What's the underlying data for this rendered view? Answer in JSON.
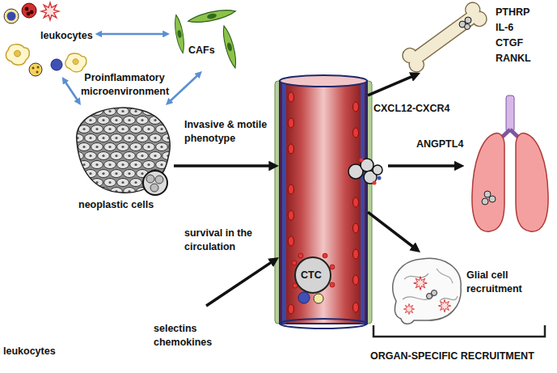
{
  "diagram": {
    "nodes": [
      {
        "text": [
          "leukocytes"
        ]
      },
      {
        "text": [
          "CAFs"
        ]
      },
      {
        "text": [
          "neoplastic cells"
        ]
      },
      {
        "text": [
          "CTC"
        ]
      },
      {
        "text": [
          "leukocytes",
          "selectins chemokines"
        ]
      },
      {
        "text": [
          "PTHRP IL-6 CTGF RANKL"
        ]
      },
      {
        "text": [
          "Glial cell recruitment"
        ]
      }
    ],
    "edges": [
      {
        "from": 0,
        "to": 1,
        "arrow": "both"
      },
      {
        "from": 0,
        "to": 2,
        "arrow": "both"
      },
      {
        "from": 1,
        "to": 2,
        "arrow": "both"
      },
      {
        "from": 2,
        "to": 3,
        "label": "Invasive & motile phenotype",
        "arrow": "to"
      },
      {
        "from": 4,
        "to": 3,
        "label": "survival in the circulation",
        "arrow": "to"
      },
      {
        "from": 3,
        "to": 5,
        "label": "CXCL12-CXCR4",
        "arrow": "to"
      },
      {
        "from": 3,
        "to": 6,
        "arrow": "to"
      }
    ],
    "labels": [
      "Proinflammatory microenvironment",
      "ANGPTL4",
      "ORGAN-SPECIFIC RECRUITMENT"
    ]
  }
}
